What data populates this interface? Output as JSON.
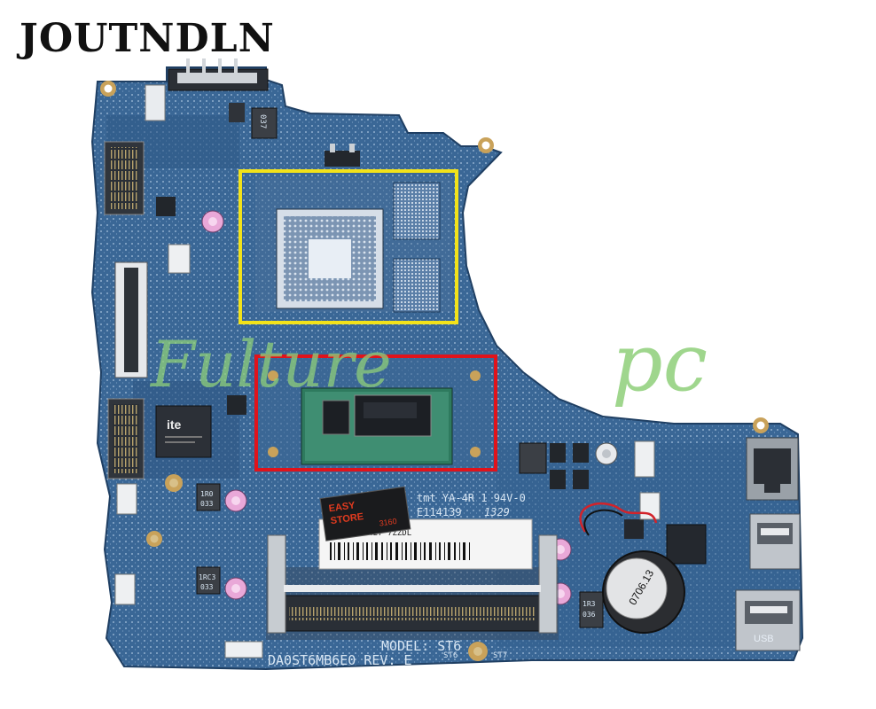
{
  "brand": {
    "name": "JOUTNDLN"
  },
  "watermark": {
    "left": "Fulture",
    "right": "pc"
  },
  "silkscreen": {
    "model": "MODEL: ST6",
    "board_id": "DA0ST6MB6E0 REV: E",
    "pcb_cert": "tmt YA-4R 1 94V-0",
    "pcb_code": "E114139",
    "date_code": "1329",
    "st6": "ST6",
    "st7": "ST7",
    "cap_1r0": "1R0",
    "cap_033": "033",
    "cap_037": "037",
    "cap_1r3": "1R3",
    "cap_036": "036",
    "cap_1rc3": "1RC3",
    "cap_033b": "033",
    "chip_ite": "ite",
    "battery_code": "0706.13",
    "usb_label": "USB"
  },
  "colors": {
    "board": "#3d6a9a",
    "board_dark": "#284d75",
    "gold": "#c9a25a",
    "cpu_socket_box": "#f2e21a",
    "cpu_box": "#e0131b",
    "silicon": "#1c1f24",
    "watermark": "#8fd07a"
  },
  "sticker": {
    "line1": "EASY",
    "line2": "STORE",
    "line3": "3160"
  },
  "barcode": {
    "text": "11S90004427 7ZZDL"
  }
}
